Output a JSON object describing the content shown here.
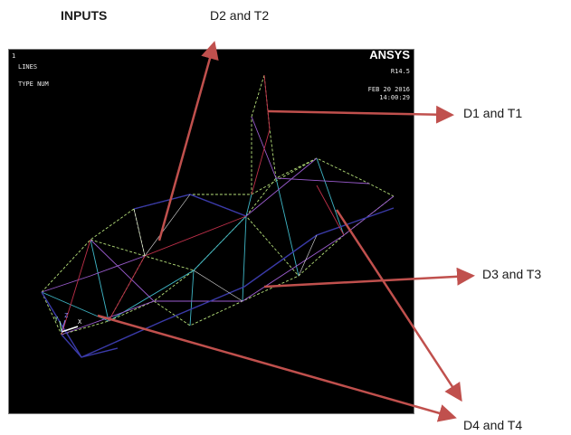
{
  "header": {
    "title": "INPUTS"
  },
  "callouts": {
    "d2_t2": "D2 and T2",
    "d1_t1": "D1 and T1",
    "d3_t3": "D3 and T3",
    "d4_t4": "D4 and T4"
  },
  "viewport": {
    "window_number": "1",
    "plot_type_line1": "LINES",
    "plot_type_line2": "TYPE NUM",
    "brand": "ANSYS",
    "version": "R14.5",
    "date": "FEB 20 2016",
    "time": "14:00:29",
    "triad": {
      "x": "X",
      "y": "Y",
      "z": "Z"
    }
  },
  "colors": {
    "viewport_bg": "#000000",
    "arrow": "#c0504d",
    "frame_green": "#b6e07a",
    "frame_cyan": "#3fb7c7",
    "frame_purple": "#9b5ccf",
    "frame_blue": "#3a3aa8",
    "frame_red": "#c0304a"
  }
}
